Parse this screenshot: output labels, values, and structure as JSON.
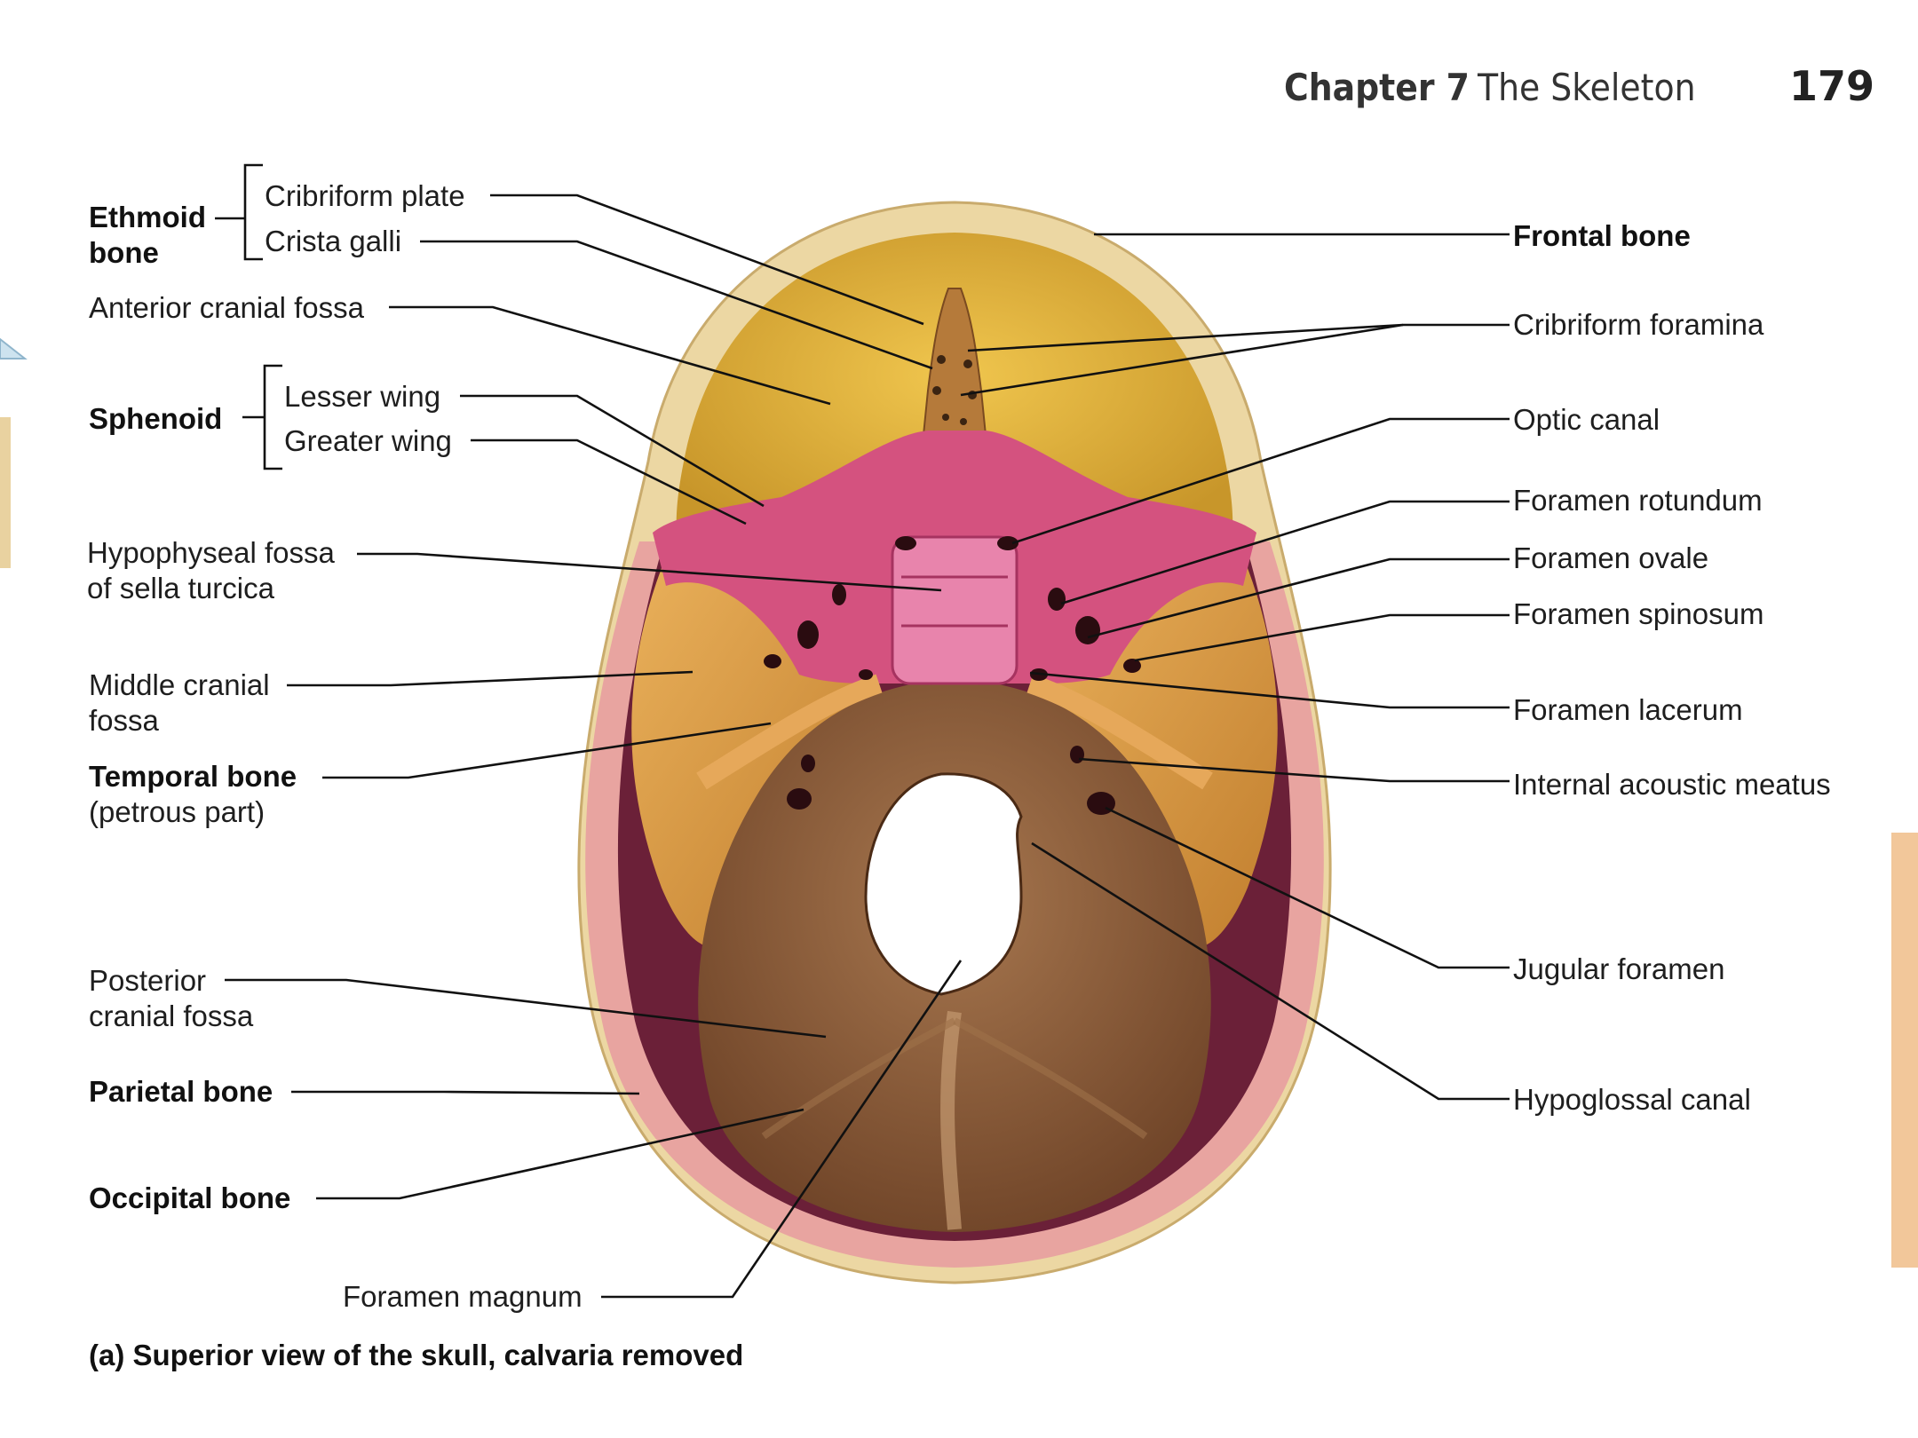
{
  "header": {
    "chapter": "Chapter 7",
    "title": "The Skeleton",
    "page_number": "179"
  },
  "left_labels": {
    "ethmoid_group": "Ethmoid bone",
    "ethmoid_line1": "Ethmoid",
    "ethmoid_line2": "bone",
    "cribriform_plate": "Cribriform plate",
    "crista_galli": "Crista galli",
    "anterior_cranial_fossa": "Anterior cranial fossa",
    "sphenoid_group": "Sphenoid",
    "lesser_wing": "Lesser wing",
    "greater_wing": "Greater wing",
    "hypophyseal_line1": "Hypophyseal fossa",
    "hypophyseal_line2": "of sella turcica",
    "middle_line1": "Middle cranial",
    "middle_line2": "fossa",
    "temporal_bone": "Temporal bone",
    "temporal_part": "(petrous part)",
    "posterior_line1": "Posterior",
    "posterior_line2": "cranial fossa",
    "parietal_bone": "Parietal bone",
    "occipital_bone": "Occipital bone",
    "foramen_magnum": "Foramen magnum"
  },
  "right_labels": {
    "frontal_bone": "Frontal bone",
    "cribriform_foramina": "Cribriform foramina",
    "optic_canal": "Optic canal",
    "foramen_rotundum": "Foramen rotundum",
    "foramen_ovale": "Foramen ovale",
    "foramen_spinosum": "Foramen spinosum",
    "foramen_lacerum": "Foramen lacerum",
    "internal_acoustic_meatus": "Internal acoustic meatus",
    "jugular_foramen": "Jugular foramen",
    "hypoglossal_canal": "Hypoglossal canal"
  },
  "caption": "(a) Superior view of the skull, calvaria removed",
  "colors": {
    "frontal_bone": "#e0b33c",
    "sphenoid": "#d4527f",
    "temporal_bone": "#d99a3f",
    "occipital_bone": "#8a5a3a",
    "parietal_bone": "#e8a4a0",
    "skull_rim": "#ecd7a3",
    "side_tab": "#f2c79a"
  }
}
